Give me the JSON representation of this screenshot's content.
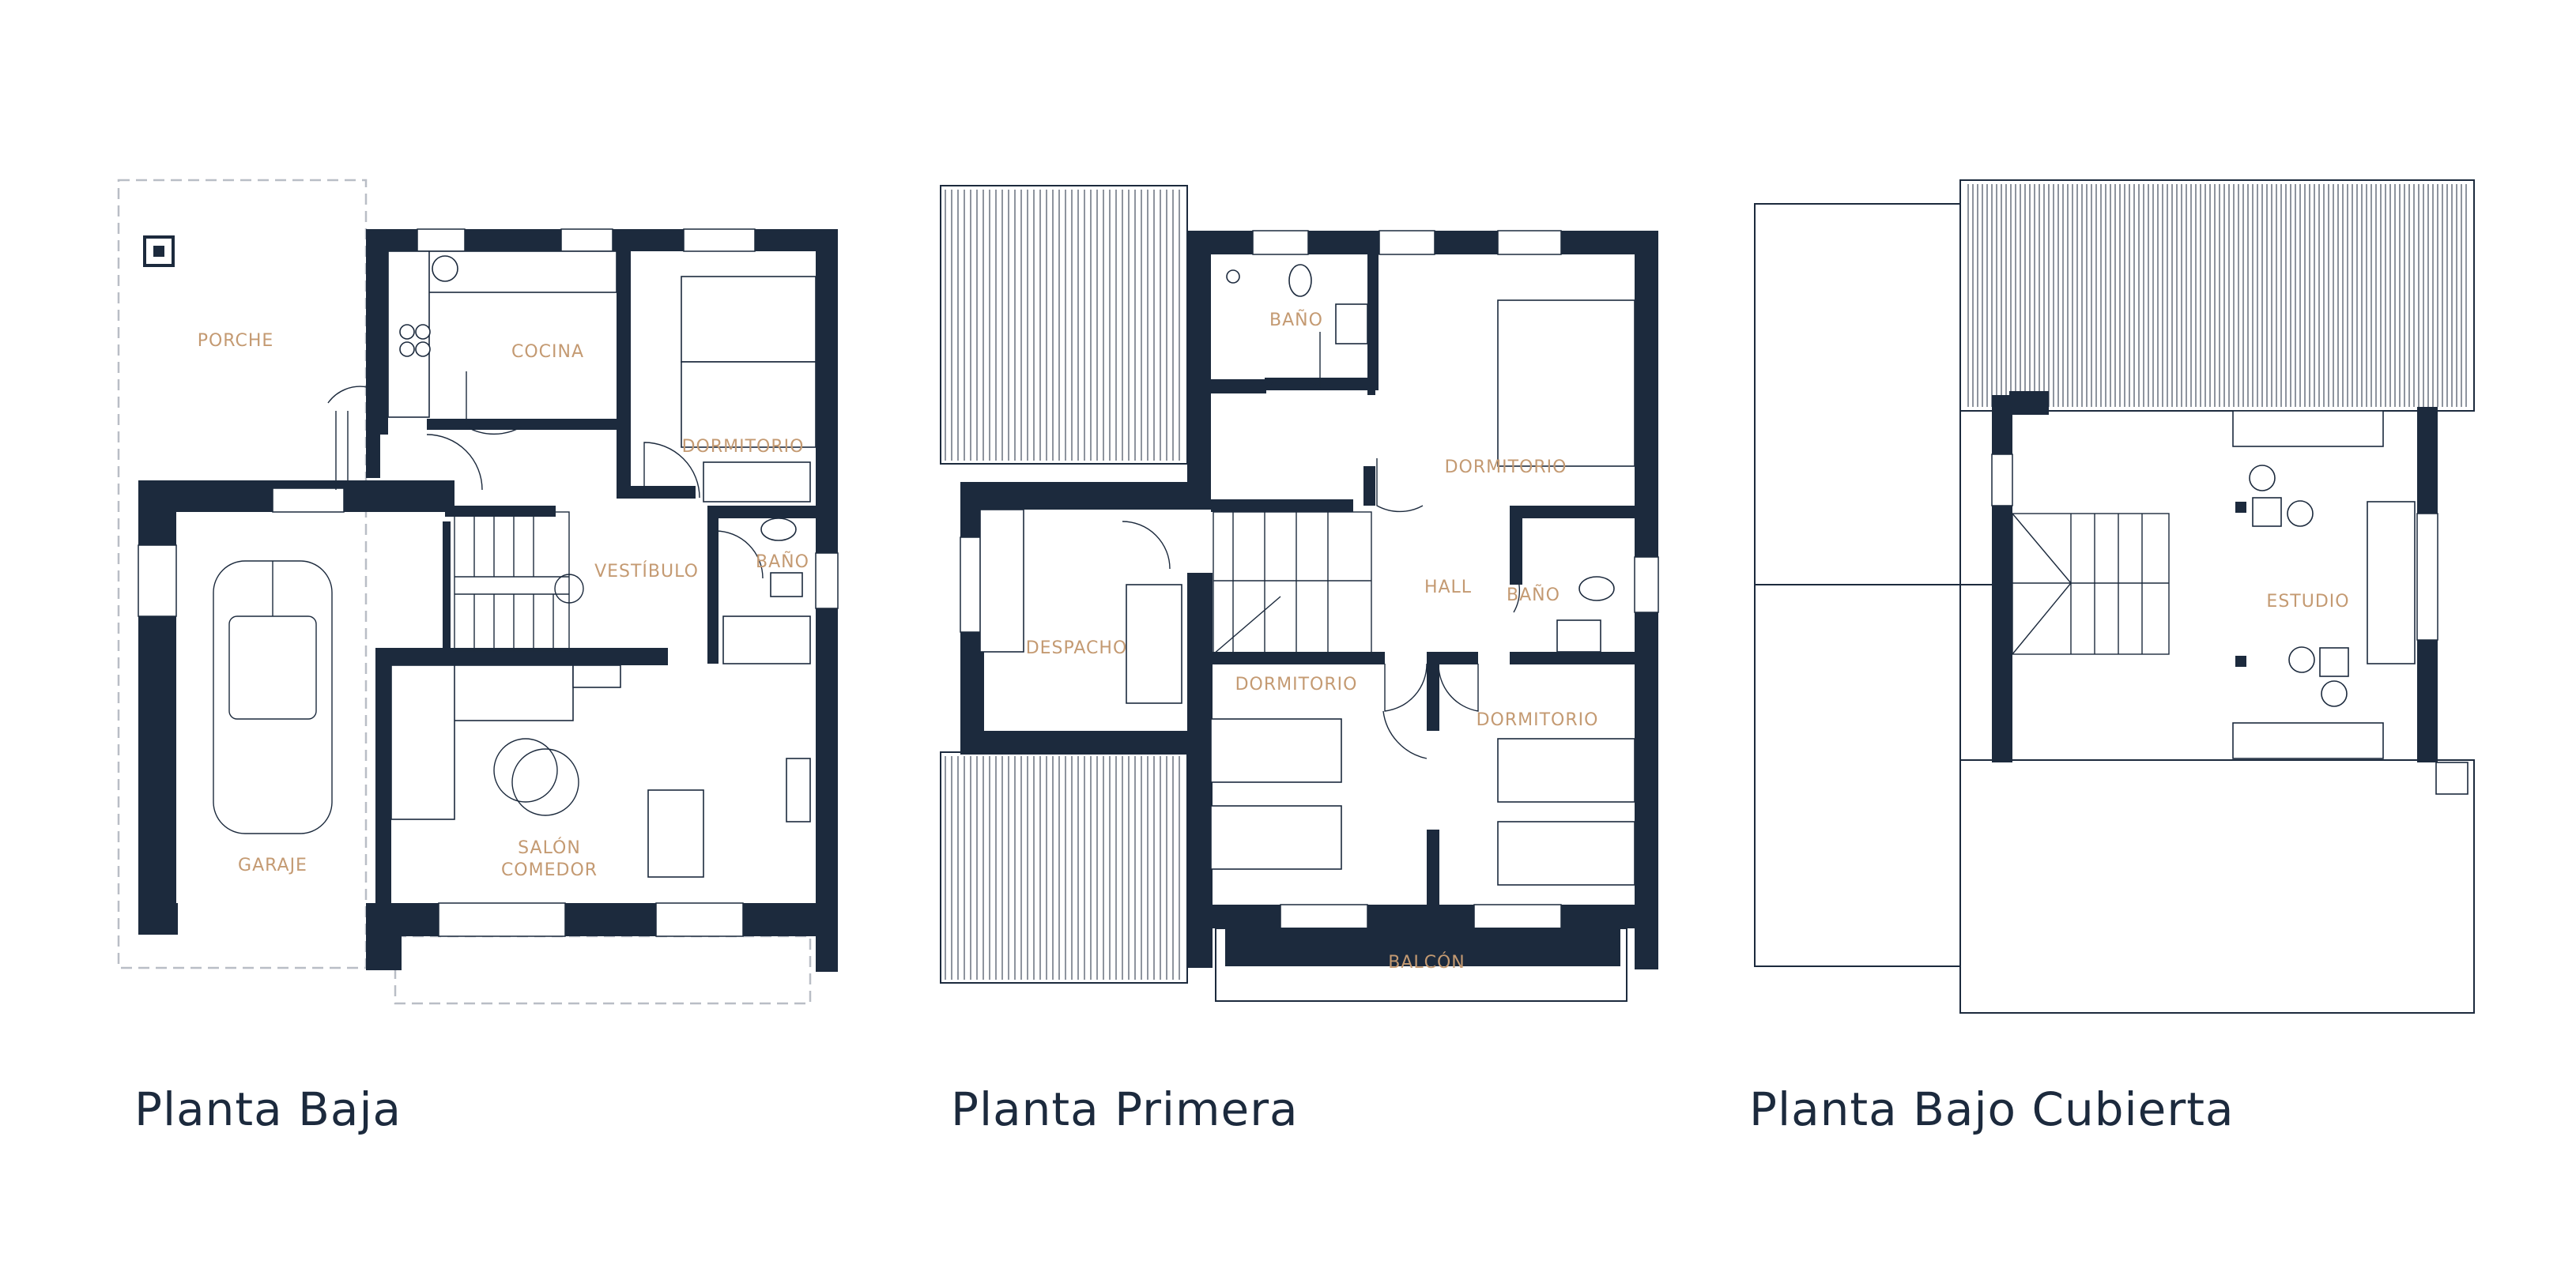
{
  "colors": {
    "wall": "#1c2a3d",
    "label": "#c49a72",
    "title": "#1c2a3d",
    "dashed": "#b9bec6"
  },
  "floors": [
    {
      "title": "Planta Baja",
      "rooms": {
        "porche": "PORCHE",
        "cocina": "COCINA",
        "dormitorio": "DORMITORIO",
        "vestibulo": "VESTÍBULO",
        "bano": "BAÑO",
        "garaje": "GARAJE",
        "salon_1": "SALÓN",
        "salon_2": "COMEDOR"
      }
    },
    {
      "title": "Planta Primera",
      "rooms": {
        "bano_1": "BAÑO",
        "dormitorio_1": "DORMITORIO",
        "despacho": "DESPACHO",
        "hall": "HALL",
        "bano_2": "BAÑO",
        "dormitorio_2": "DORMITORIO",
        "dormitorio_3": "DORMITORIO",
        "balcon": "BALCÓN"
      }
    },
    {
      "title": "Planta Bajo Cubierta",
      "rooms": {
        "estudio": "ESTUDIO"
      }
    }
  ]
}
